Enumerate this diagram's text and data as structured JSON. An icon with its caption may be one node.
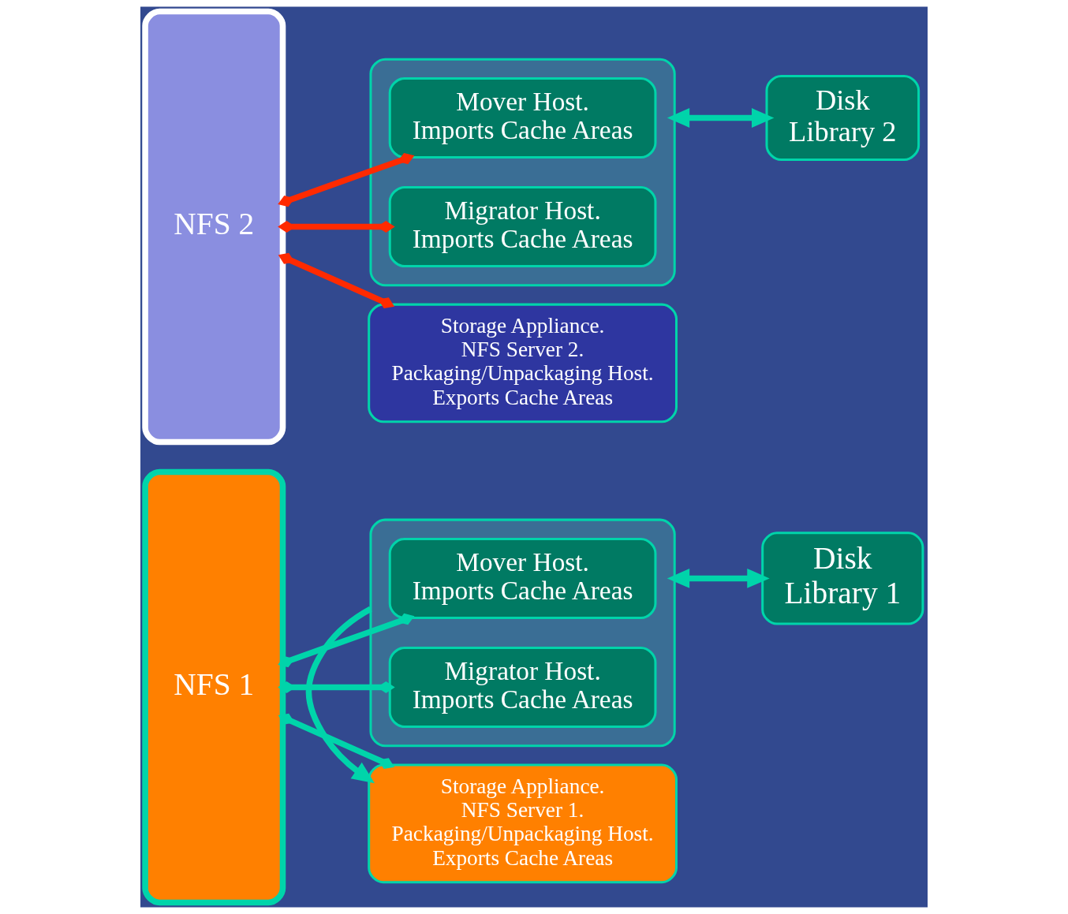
{
  "diagram": {
    "nodes": [
      {
        "text": [
          "NFS 1"
        ]
      },
      {
        "text": [],
        "shape": "box"
      },
      {
        "text": [
          "Mover Host.",
          "Imports Cache Areas"
        ],
        "in": 1
      },
      {
        "text": [
          "Migrator Host.",
          "Imports Cache Areas"
        ],
        "in": 1
      },
      {
        "text": [
          "Disk",
          "Library 1"
        ]
      },
      {
        "text": [
          "Storage Appliance.",
          "NFS Server 1.",
          "Packaging/Unpackaging Host.",
          "Exports Cache Areas"
        ]
      },
      {
        "text": [
          "NFS 2"
        ]
      },
      {
        "text": [],
        "shape": "box"
      },
      {
        "text": [
          "Mover Host.",
          "Imports Cache Areas"
        ],
        "in": 7
      },
      {
        "text": [
          "Migrator Host.",
          "Imports Cache Areas"
        ],
        "in": 7
      },
      {
        "text": [
          "Disk",
          "Library 2"
        ]
      },
      {
        "text": [
          "Storage Appliance.",
          "NFS Server 2.",
          "Packaging/Unpackaging Host.",
          "Exports Cache Areas"
        ]
      }
    ],
    "edges": [
      {
        "from": 0,
        "to": 2,
        "arrow": "other"
      },
      {
        "from": 0,
        "to": 3,
        "arrow": "other"
      },
      {
        "from": 0,
        "to": 5,
        "arrow": "other"
      },
      {
        "from": 1,
        "to": 4,
        "arrow": "both"
      },
      {
        "from": 1,
        "to": 5,
        "arrow": "to"
      },
      {
        "from": 6,
        "to": 8,
        "arrow": "other",
        "color": "#ff2a00"
      },
      {
        "from": 6,
        "to": 9,
        "arrow": "other",
        "color": "#ff2a00"
      },
      {
        "from": 6,
        "to": 11,
        "arrow": "other",
        "color": "#ff2a00"
      },
      {
        "from": 7,
        "to": 10,
        "arrow": "both"
      }
    ]
  }
}
